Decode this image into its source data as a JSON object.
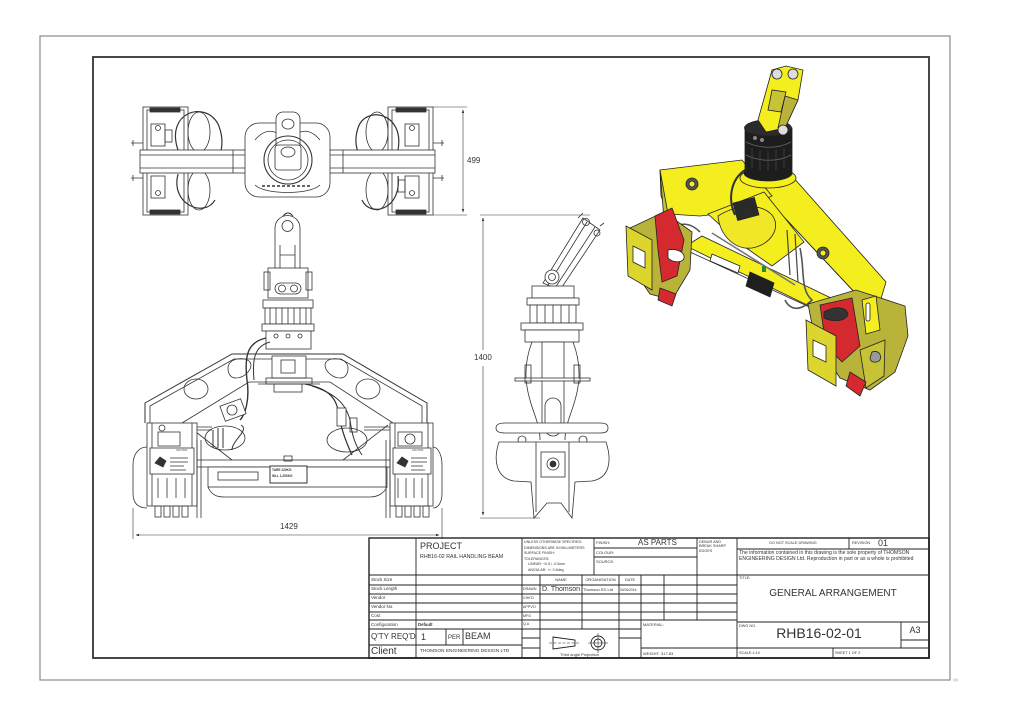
{
  "sheet": {
    "corner_mark": "∞"
  },
  "views": {
    "top_view": {
      "dimension": "499"
    },
    "front_view": {
      "dimension": "1429",
      "tare_label": "TARE 220KG",
      "wll_label": "WLL 1,250KG",
      "caution_label": "CAUTION"
    },
    "side_view": {
      "dimension": "1400"
    },
    "isometric_view": {
      "colors": {
        "frame": "#f5ee1f",
        "shade": "#b9b33a",
        "jaw": "#d42a2f",
        "rotator": "#1d1d1d"
      }
    }
  },
  "title_block": {
    "project_heading": "PROJECT",
    "project_name": "RHB16-02 RAIL HANDLING BEAM",
    "left_fields": [
      {
        "label": "Stock Size",
        "value": ""
      },
      {
        "label": "Stock Length",
        "value": ""
      },
      {
        "label": "Vendor",
        "value": ""
      },
      {
        "label": "Vendor No.",
        "value": ""
      },
      {
        "label": "Cost",
        "value": ""
      },
      {
        "label": "Configuration",
        "value": "Default"
      }
    ],
    "qty": {
      "label": "Q'TY REQ'D",
      "value": "1",
      "per_label": "PER",
      "per_value": "BEAM"
    },
    "client": {
      "label": "Client",
      "value": "THOMSON ENGINEERING DESIGN LTD"
    },
    "tolerances": [
      "UNLESS OTHERWISE SPECIFIED:",
      "DIMENSIONS ARE IN MILLIMETERS",
      "SURFACE FINISH:",
      "TOLERANCES:",
      "LINEAR: +0.5 / -0.5mm",
      "ANGULAR: +/- 0.5deg"
    ],
    "finish": {
      "label": "FINISH:",
      "value": "AS PARTS"
    },
    "colour": {
      "label": "COLOUR:",
      "value": ""
    },
    "source": {
      "label": "SOURCE:",
      "value": ""
    },
    "debur": "DEBUR AND BREAK SHARP EDGES",
    "approvals": {
      "headers": [
        "NAME",
        "ORGANISATION",
        "DATE"
      ],
      "rows": [
        {
          "role": "DRAWN",
          "name": "D. Thomson",
          "organisation": "Thomson ED Ltd",
          "date": "30/04/2016"
        },
        {
          "role": "CHK'D",
          "name": "",
          "organisation": "",
          "date": ""
        },
        {
          "role": "APPV'D",
          "name": "",
          "organisation": "",
          "date": ""
        },
        {
          "role": "MFG",
          "name": "",
          "organisation": "",
          "date": ""
        },
        {
          "role": "Q.A",
          "name": "",
          "organisation": "",
          "date": ""
        }
      ]
    },
    "projection": "Third angle Projection",
    "material": {
      "label": "MATERIAL:",
      "value": ""
    },
    "weight": {
      "label": "WEIGHT:",
      "value": "317.83"
    },
    "do_not_scale": "DO NOT SCALE DRAWING",
    "revision": {
      "label": "REVISION",
      "value": "01"
    },
    "notice": "The information contained in this drawing is the sole property of THOMSON ENGINEERING DESIGN Ltd.  Reproduction in part or as a whole is prohibited",
    "title": {
      "label": "TITLE:",
      "value": "GENERAL ARRANGEMENT"
    },
    "dwg_no": {
      "label": "DWG NO.",
      "value": "RHB16-02-01"
    },
    "sheet_size": "A3",
    "scale": "SCALE:1:10",
    "sheet": "SHEET 1 OF 2"
  }
}
